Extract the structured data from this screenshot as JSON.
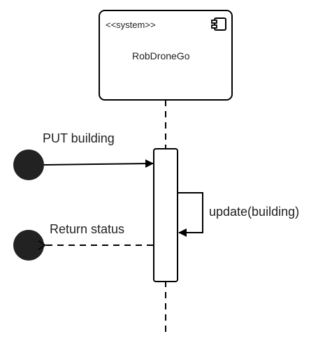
{
  "participant": {
    "stereotype": "<<system>>",
    "name": "RobDroneGo",
    "icon": "component-icon"
  },
  "messages": {
    "request": "PUT building",
    "self_call": "update(building)",
    "response": "Return status"
  },
  "colors": {
    "line": "#000000",
    "text": "#222222",
    "actor": "#222222",
    "background": "#ffffff"
  }
}
